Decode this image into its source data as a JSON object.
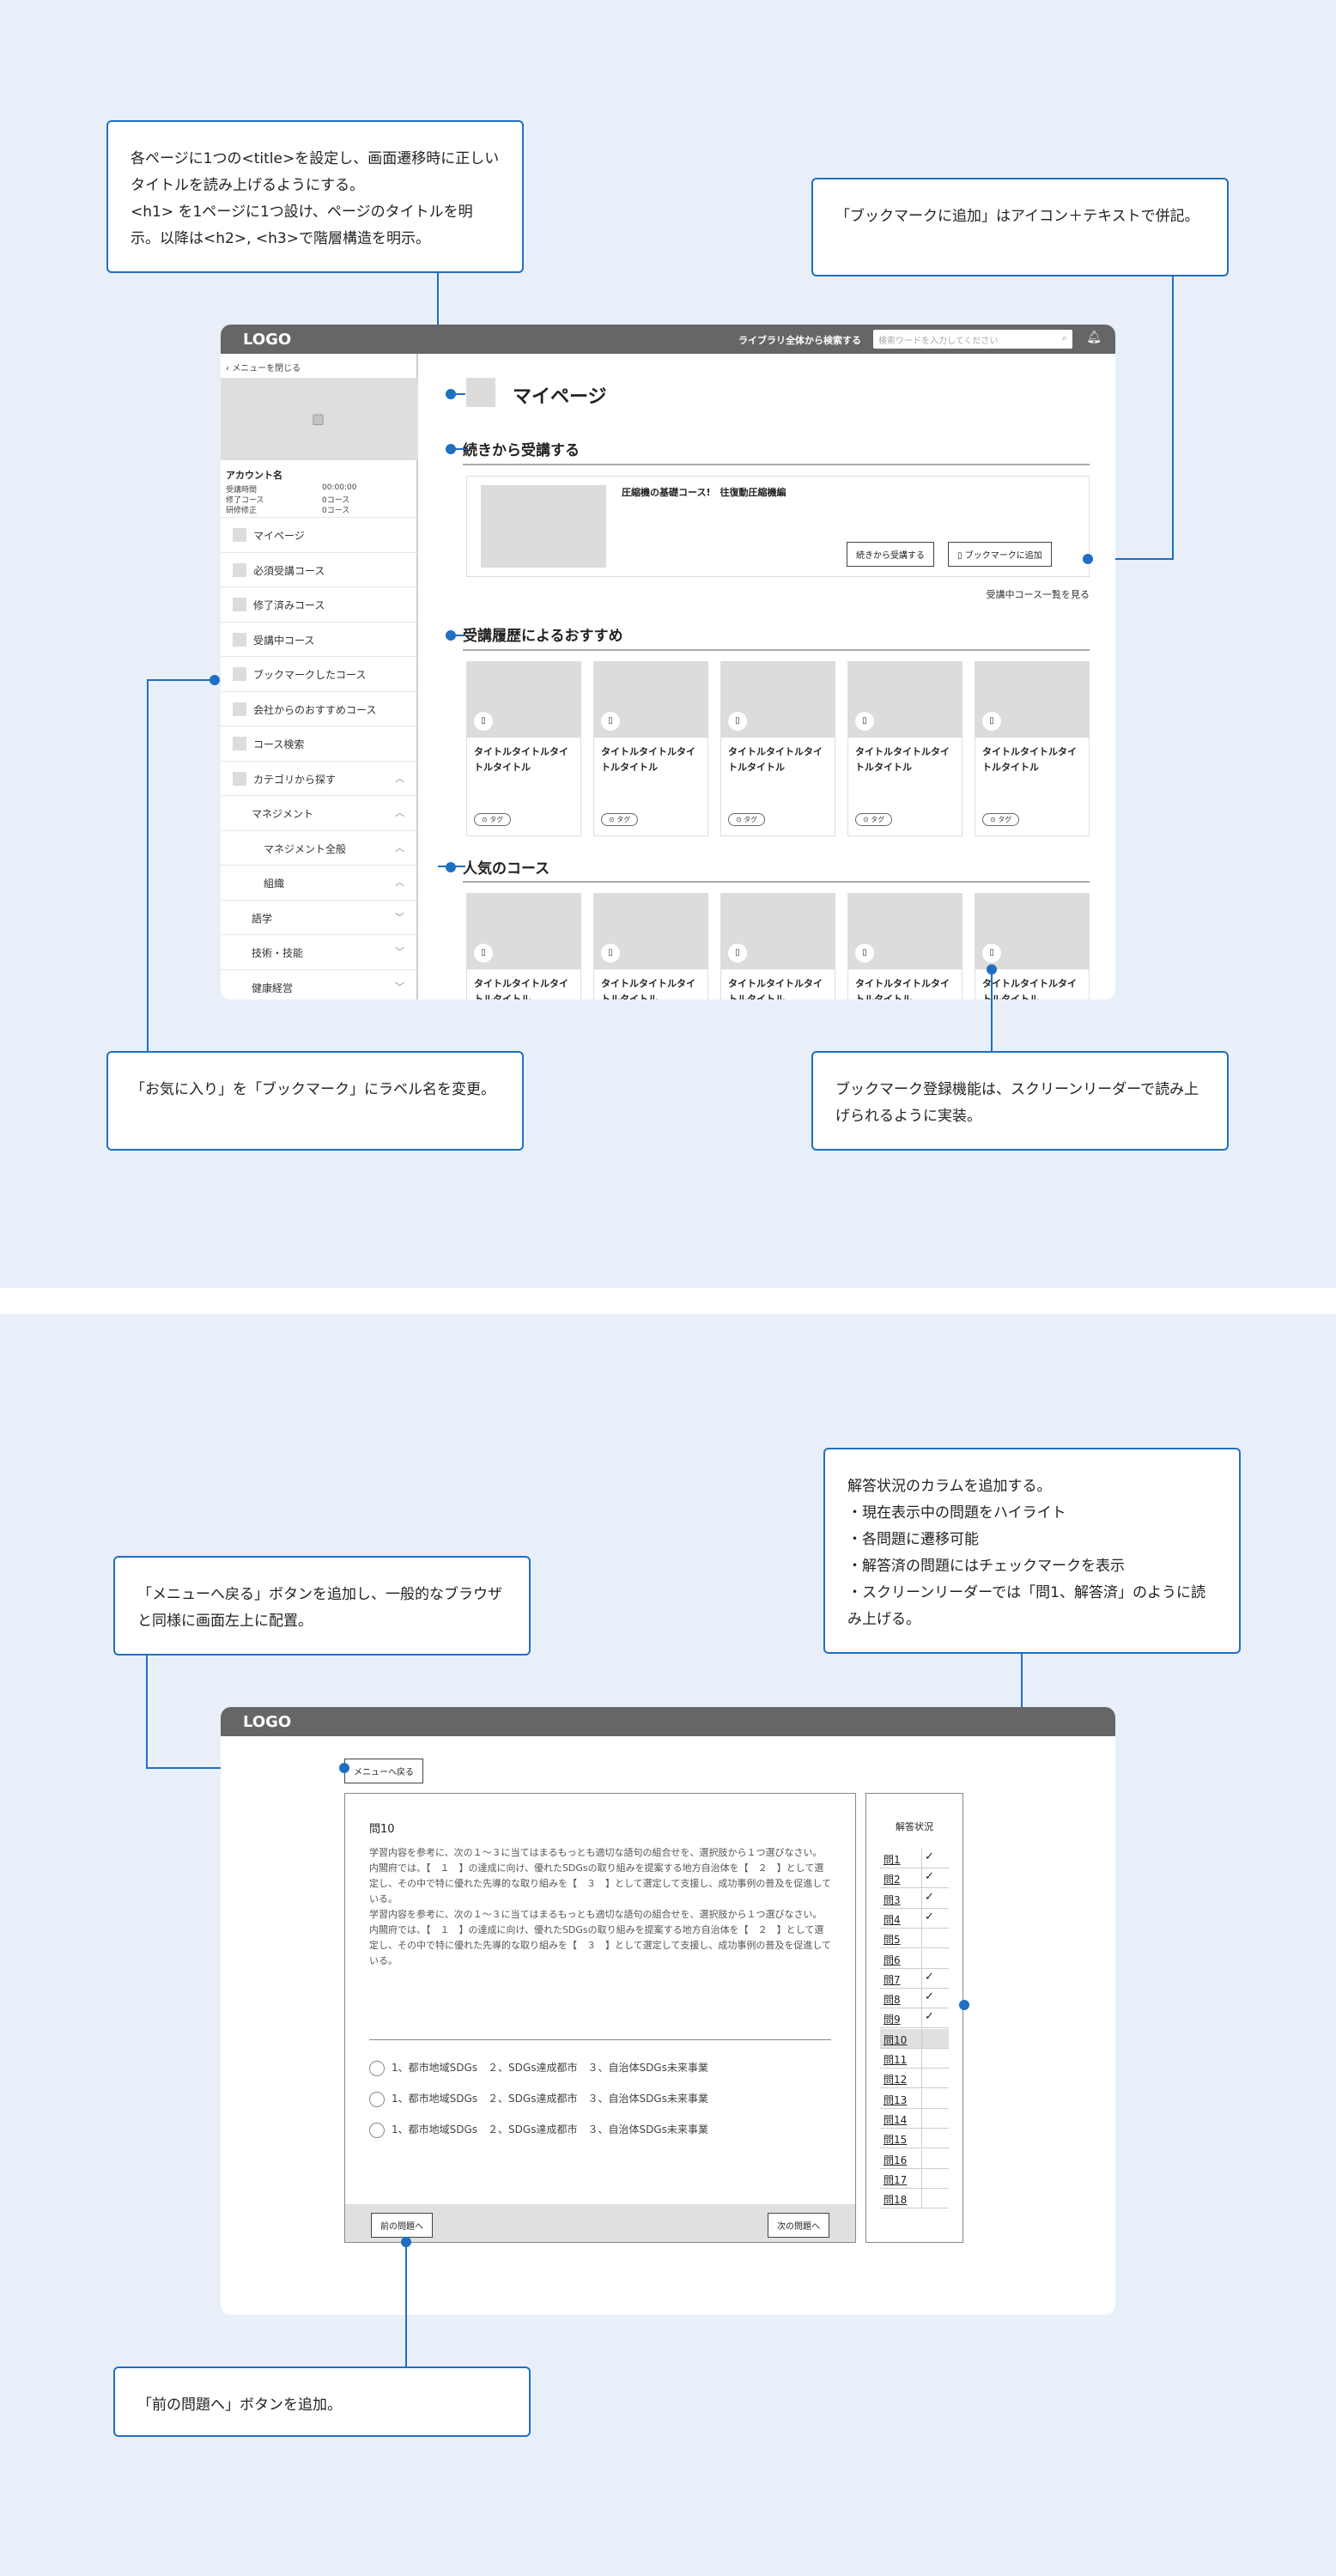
{
  "callouts": {
    "c1": "各ページに1つの<title>を設定し、画面遷移時に正しいタイトルを読み上げるようにする。\n<h1> を1ページに1つ設け、ページのタイトルを明示。以降は<h2>, <h3>で階層構造を明示。",
    "c2": "「ブックマークに追加」はアイコン＋テキストで併記。",
    "c3": "「お気に入り」を「ブックマーク」にラベル名を変更。",
    "c4": "ブックマーク登録機能は、スクリーンリーダーで読み上げられるように実装。",
    "c5": "解答状況のカラムを追加する。\n・現在表示中の問題をハイライト\n・各問題に遷移可能\n・解答済の問題にはチェックマークを表示\n・スクリーンリーダーでは「問1、解答済」のように読み上げる。",
    "c6": "「メニューへ戻る」ボタンを追加し、一般的なブラウザと同様に画面左上に配置。",
    "c7": "「前の問題へ」ボタンを追加。"
  },
  "screen1": {
    "logo": "LOGO",
    "library_search": "ライブラリ全体から検索する",
    "search_placeholder": "検索ワードを入力してください",
    "close_menu": "メニューを閉じる",
    "account_name": "アカウント名",
    "stats": [
      {
        "label": "受講時間",
        "value": "00:00:00"
      },
      {
        "label": "修了コース",
        "value": "0コース"
      },
      {
        "label": "研修修正",
        "value": "0コース"
      }
    ],
    "nav": [
      {
        "label": "マイページ",
        "icon": true,
        "indent": 0,
        "chev": ""
      },
      {
        "label": "必須受講コース",
        "icon": true,
        "indent": 0,
        "chev": ""
      },
      {
        "label": "修了済みコース",
        "icon": true,
        "indent": 0,
        "chev": ""
      },
      {
        "label": "受講中コース",
        "icon": true,
        "indent": 0,
        "chev": ""
      },
      {
        "label": "ブックマークしたコース",
        "icon": true,
        "indent": 0,
        "chev": ""
      },
      {
        "label": "会社からのおすすめコース",
        "icon": true,
        "indent": 0,
        "chev": ""
      },
      {
        "label": "コース検索",
        "icon": true,
        "indent": 0,
        "chev": ""
      },
      {
        "label": "カテゴリから探す",
        "icon": true,
        "indent": 0,
        "chev": "︿"
      },
      {
        "label": "マネジメント",
        "icon": false,
        "indent": 1,
        "chev": "︿"
      },
      {
        "label": "マネジメント全般",
        "icon": false,
        "indent": 2,
        "chev": "︿"
      },
      {
        "label": "組織",
        "icon": false,
        "indent": 2,
        "chev": "︿"
      },
      {
        "label": "語学",
        "icon": false,
        "indent": 1,
        "chev": "﹀"
      },
      {
        "label": "技術・技能",
        "icon": false,
        "indent": 1,
        "chev": "﹀"
      },
      {
        "label": "健康経営",
        "icon": false,
        "indent": 1,
        "chev": "﹀"
      }
    ],
    "page_title": "マイページ",
    "sec_continue": "続きから受講する",
    "continue_course": "圧縮機の基礎コース!　往復動圧縮機編",
    "btn_continue": "続きから受講する",
    "btn_bookmark": "ブックマークに追加",
    "see_all": "受講中コース一覧を見る",
    "sec_recommend": "受講履歴によるおすすめ",
    "sec_popular": "人気のコース",
    "card_title": "タイトルタイトルタイトルタイトル",
    "card_tag": "タグ"
  },
  "screen2": {
    "logo": "LOGO",
    "back_menu": "メニューへ戻る",
    "q_title": "問10",
    "q_body": "学習内容を参考に、次の１～３に当てはまるもっとも適切な語句の組合せを、選択肢から１つ選びなさい。\n内閣府では、【　１　】の達成に向け、優れたSDGsの取り組みを提案する地方自治体を【　２　】として選定し、その中で特に優れた先導的な取り組みを【　３　】として選定して支援し、成功事例の普及を促進している。\n学習内容を参考に、次の１～３に当てはまるもっとも適切な語句の組合せを、選択肢から１つ選びなさい。\n内閣府では、【　１　】の達成に向け、優れたSDGsの取り組みを提案する地方自治体を【　２　】として選定し、その中で特に優れた先導的な取り組みを【　３　】として選定して支援し、成功事例の普及を促進している。",
    "choices": [
      "1、都市地域SDGs　２、SDGs達成都市　３、自治体SDGs未来事業",
      "1、都市地域SDGs　２、SDGs達成都市　３、自治体SDGs未来事業",
      "1、都市地域SDGs　２、SDGs達成都市　３、自治体SDGs未来事業"
    ],
    "btn_prev": "前の問題へ",
    "btn_next": "次の問題へ",
    "status_title": "解答状況",
    "status": [
      {
        "q": "問1",
        "done": true
      },
      {
        "q": "問2",
        "done": true
      },
      {
        "q": "問3",
        "done": true
      },
      {
        "q": "問4",
        "done": true
      },
      {
        "q": "問5",
        "done": false
      },
      {
        "q": "問6",
        "done": false
      },
      {
        "q": "問7",
        "done": true
      },
      {
        "q": "問8",
        "done": true
      },
      {
        "q": "問9",
        "done": true
      },
      {
        "q": "問10",
        "done": false,
        "current": true
      },
      {
        "q": "問11",
        "done": false
      },
      {
        "q": "問12",
        "done": false
      },
      {
        "q": "問13",
        "done": false
      },
      {
        "q": "問14",
        "done": false
      },
      {
        "q": "問15",
        "done": false
      },
      {
        "q": "問16",
        "done": false
      },
      {
        "q": "問17",
        "done": false
      },
      {
        "q": "問18",
        "done": false
      }
    ]
  }
}
